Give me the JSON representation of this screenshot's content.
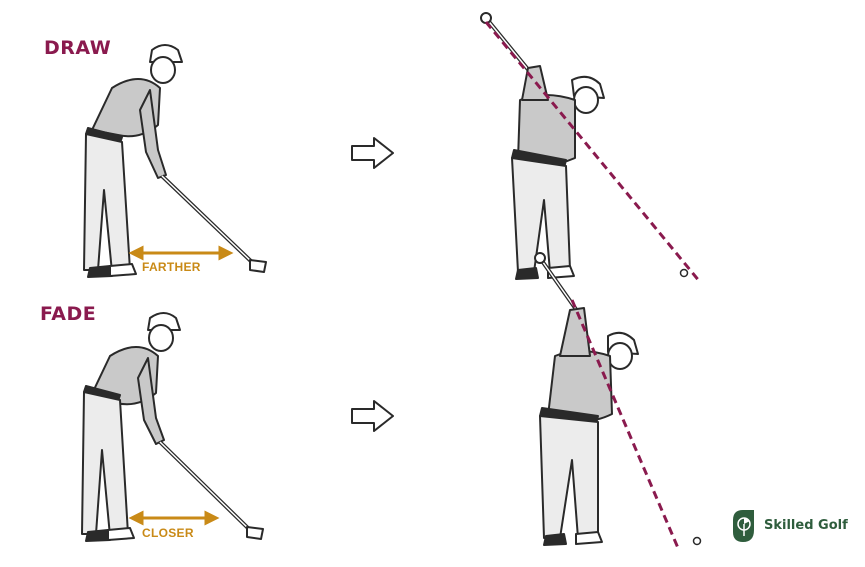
{
  "rows": [
    {
      "label": "DRAW",
      "distance_label": "FARTHER"
    },
    {
      "label": "FADE",
      "distance_label": "CLOSER"
    }
  ],
  "brand": {
    "name": "Skilled Golf",
    "icon": "golf-flag-logo-icon"
  },
  "icons": {
    "arrow": "right-arrow-icon"
  },
  "colors": {
    "label": "#8a1a4e",
    "distance": "#c98a17",
    "plane_line": "#8a1a4e",
    "outline": "#2a2a2a",
    "shirt": "#c9c9c9",
    "pants": "#ececec",
    "brand_green": "#2f5d3d"
  }
}
